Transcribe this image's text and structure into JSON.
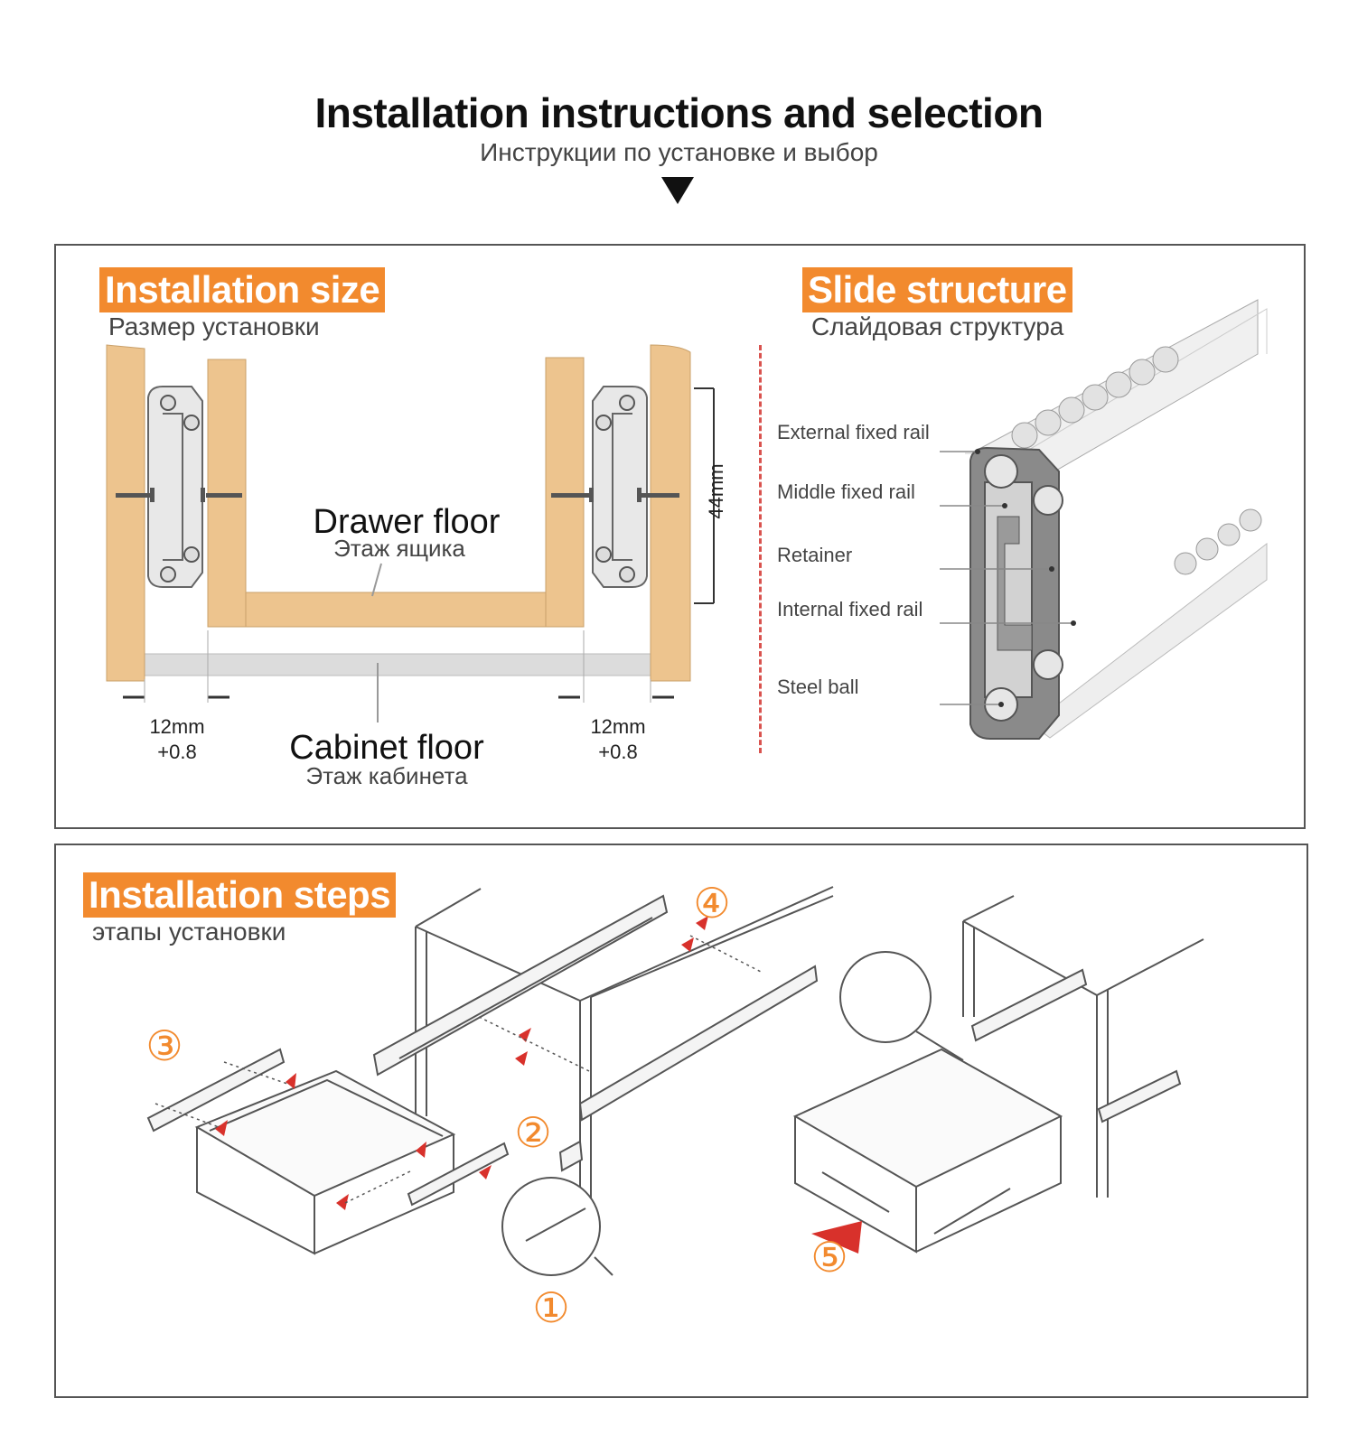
{
  "header": {
    "title": "Installation instructions and selection",
    "subtitle": "Инструкции по установке и выбор"
  },
  "installation_size": {
    "title": "Installation size",
    "subtitle": "Размер установки",
    "drawer_floor": "Drawer floor",
    "drawer_floor_ru": "Этаж ящика",
    "cabinet_floor": "Cabinet floor",
    "cabinet_floor_ru": "Этаж кабинета",
    "gap_left": "12mm",
    "gap_left_tol": "+0.8",
    "gap_right": "12mm",
    "gap_right_tol": "+0.8",
    "height": "44mm",
    "colors": {
      "wood": "#edc48e",
      "wood_edge": "#c9a06a",
      "floor": "#dcdcdc"
    }
  },
  "slide_structure": {
    "title": "Slide structure",
    "subtitle": "Слайдовая структура",
    "labels": [
      "External fixed rail",
      "Middle fixed rail",
      "Retainer",
      "Internal fixed rail",
      "Steel ball"
    ],
    "divider_color": "#d9534f"
  },
  "installation_steps": {
    "title": "Installation steps",
    "subtitle": "этапы установки",
    "step_numbers": [
      "①",
      "②",
      "③",
      "④",
      "⑤"
    ]
  },
  "accent_color": "#f28a2e"
}
